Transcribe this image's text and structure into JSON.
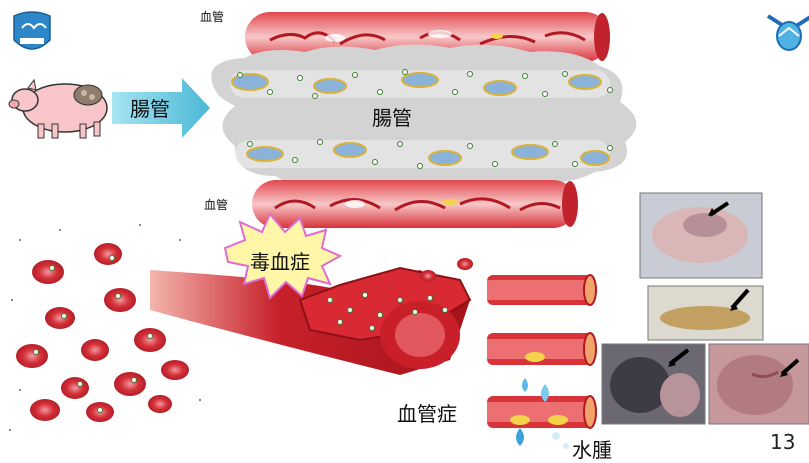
{
  "labels": {
    "vessel_top": "血管",
    "intestine_arrow": "腸管",
    "intestine_center": "腸管",
    "vessel_mid": "血管",
    "toxemia": "毒血症",
    "vasculitis": "血管症",
    "edema": "水腫",
    "page_number": "13"
  },
  "colors": {
    "vessel_red": "#d9333a",
    "vessel_light": "#f3b6b8",
    "intestine_gray": "#d4d4d4",
    "arrow_blue": "#6fd0e6",
    "starburst_fill": "#fff6a8",
    "starburst_border": "#e06bd0"
  },
  "icons": {
    "left_logo": "shield-logo-icon",
    "right_logo": "crest-logo-icon",
    "pig": "pig-icon"
  }
}
